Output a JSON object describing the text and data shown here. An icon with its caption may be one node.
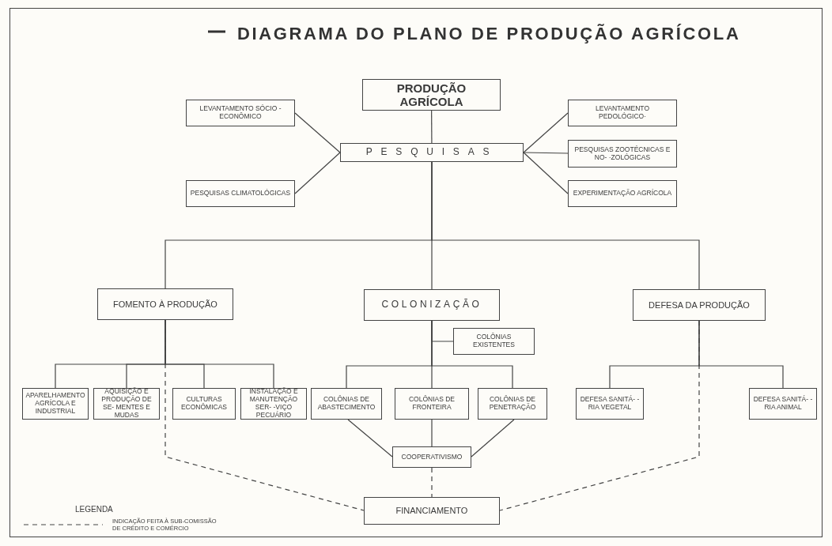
{
  "diagram": {
    "title": "DIAGRAMA DO PLANO DE PRODUÇÃO AGRÍCOLA",
    "nodes": [
      {
        "text": [
          "PRODUÇÃO AGRÍCOLA"
        ]
      },
      {
        "text": [
          "LEVANTAMENTO SÓCIO - ECONÔMICO"
        ]
      },
      {
        "text": [
          "PESQUISAS"
        ]
      },
      {
        "text": [
          "LEVANTAMENTO PEDOLÓGICO·"
        ]
      },
      {
        "text": [
          "PESQUISAS ZOOTÉCNICAS E NO- ·ZOLÓGICAS"
        ]
      },
      {
        "text": [
          "PESQUISAS CLIMATOLÓGICAS"
        ]
      },
      {
        "text": [
          "EXPERIMENTAÇÃO AGRÍCOLA"
        ]
      },
      {
        "text": [
          "FOMENTO À PRODUÇÃO"
        ]
      },
      {
        "text": [
          "COLONIZAÇÃO"
        ]
      },
      {
        "text": [
          "DEFESA DA PRODUÇÃO"
        ]
      },
      {
        "text": [
          "COLÔNIAS EXISTENTES"
        ]
      },
      {
        "text": [
          "APARELHAMENTO AGRÍCOLA E INDUSTRIAL"
        ]
      },
      {
        "text": [
          "AQUISIÇÃO E PRODUÇÃO DE SE- MENTES E MUDAS"
        ]
      },
      {
        "text": [
          "CULTURAS ECONÔMICAS"
        ]
      },
      {
        "text": [
          "INSTALAÇÃO E MANUTENÇÃO SER- -VIÇO PECUÁRIO"
        ]
      },
      {
        "text": [
          "COLÔNIAS DE ABASTECIMENTO"
        ]
      },
      {
        "text": [
          "COLÔNIAS DE FRONTEIRA"
        ]
      },
      {
        "text": [
          "COLÔNIAS DE PENETRAÇÃO"
        ]
      },
      {
        "text": [
          "DEFESA SANITÁ- -RIA VEGETAL"
        ]
      },
      {
        "text": [
          "DEFESA SANITÁ- -RIA ANIMAL"
        ]
      },
      {
        "text": [
          "COOPERATIVISMO"
        ]
      },
      {
        "text": [
          "FINANCIAMENTO"
        ]
      }
    ],
    "edges": [
      {
        "from": 0,
        "to": 2,
        "arrow": "none"
      },
      {
        "from": 2,
        "to": 1,
        "arrow": "none"
      },
      {
        "from": 2,
        "to": 3,
        "arrow": "none"
      },
      {
        "from": 2,
        "to": 4,
        "arrow": "none"
      },
      {
        "from": 2,
        "to": 5,
        "arrow": "none"
      },
      {
        "from": 2,
        "to": 6,
        "arrow": "none"
      },
      {
        "from": 2,
        "to": 7,
        "arrow": "none"
      },
      {
        "from": 2,
        "to": 8,
        "arrow": "none"
      },
      {
        "from": 2,
        "to": 9,
        "arrow": "none"
      },
      {
        "from": 8,
        "to": 10,
        "arrow": "none"
      },
      {
        "from": 7,
        "to": 11,
        "arrow": "none"
      },
      {
        "from": 7,
        "to": 12,
        "arrow": "none"
      },
      {
        "from": 7,
        "to": 13,
        "arrow": "none"
      },
      {
        "from": 7,
        "to": 14,
        "arrow": "none"
      },
      {
        "from": 8,
        "to": 15,
        "arrow": "none"
      },
      {
        "from": 8,
        "to": 16,
        "arrow": "none"
      },
      {
        "from": 8,
        "to": 17,
        "arrow": "none"
      },
      {
        "from": 9,
        "to": 18,
        "arrow": "none"
      },
      {
        "from": 9,
        "to": 19,
        "arrow": "none"
      },
      {
        "from": 15,
        "to": 20,
        "arrow": "none"
      },
      {
        "from": 16,
        "to": 20,
        "arrow": "none"
      },
      {
        "from": 17,
        "to": 20,
        "arrow": "none"
      },
      {
        "from": 20,
        "to": 21,
        "arrow": "none",
        "style": "dashed"
      },
      {
        "from": 7,
        "to": 21,
        "arrow": "none",
        "style": "dashed"
      },
      {
        "from": 9,
        "to": 21,
        "arrow": "none",
        "style": "dashed"
      }
    ],
    "labels": [
      "LEGENDA"
    ],
    "legend": [
      {
        "text": "INDICAÇÃO FEITA À SUB-COMISSÃO DE CRÉDITO E COMÉRCIO"
      }
    ]
  }
}
